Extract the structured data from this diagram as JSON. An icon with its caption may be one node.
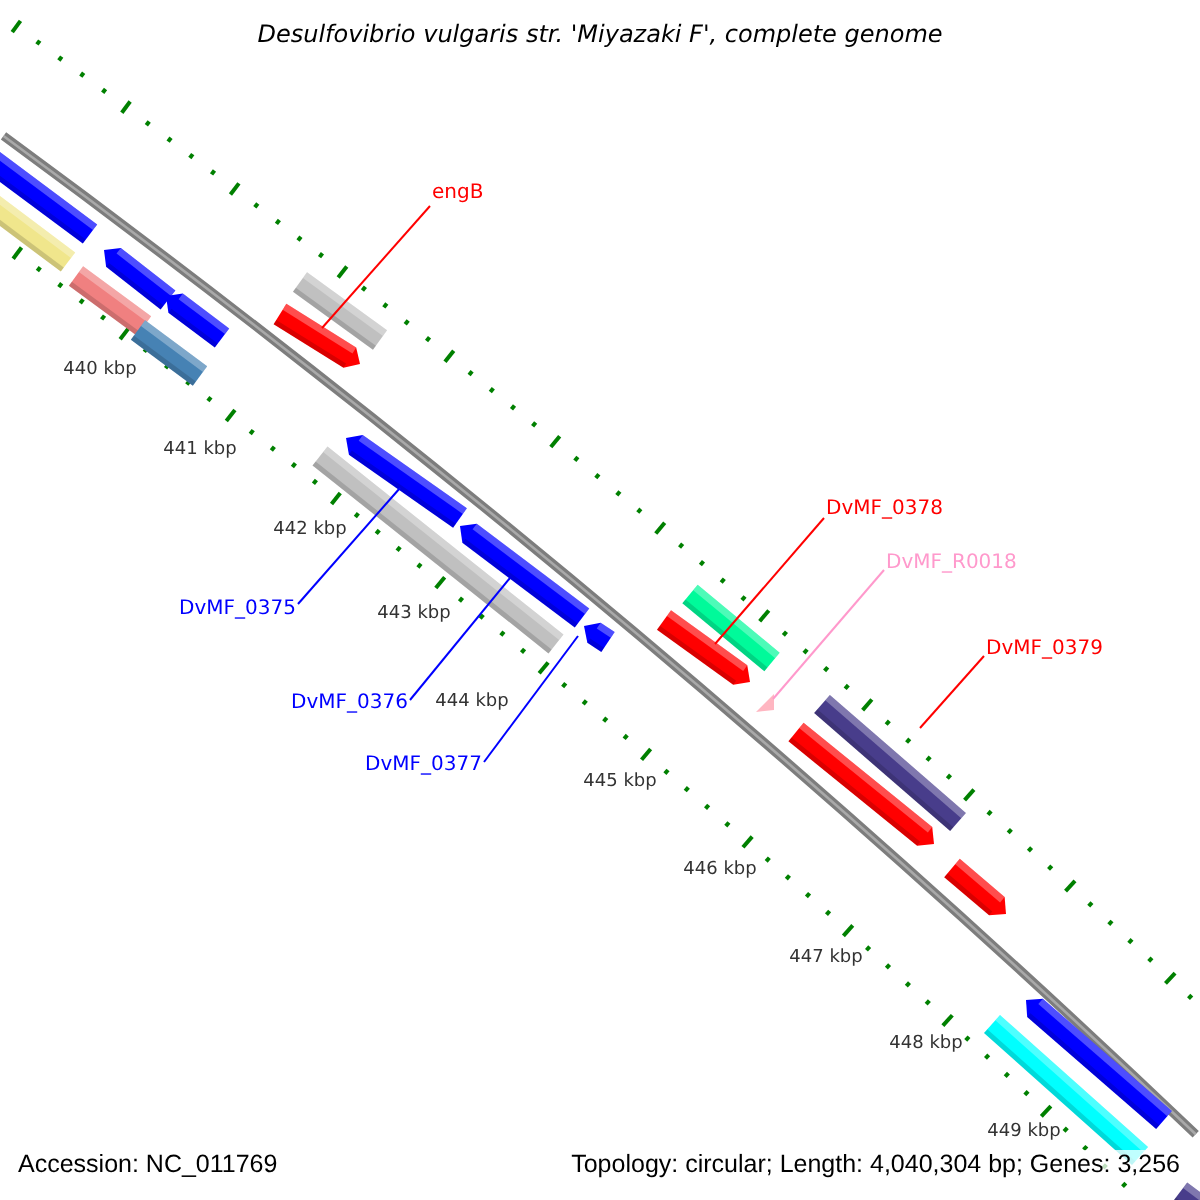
{
  "diagram": {
    "title": "Desulfovibrio vulgaris str. 'Miyazaki F', complete genome",
    "nodes": [
      {
        "text": [
          "engB"
        ]
      },
      {
        "text": [],
        "shape": "bar"
      },
      {
        "text": [
          "DvMF_0375"
        ]
      },
      {
        "text": [],
        "shape": "bar"
      },
      {
        "text": [
          "DvMF_0376"
        ]
      },
      {
        "text": [],
        "shape": "bar"
      },
      {
        "text": [
          "DvMF_0377"
        ]
      },
      {
        "text": [],
        "shape": "bar"
      },
      {
        "text": [
          "DvMF_0378"
        ]
      },
      {
        "text": [],
        "shape": "bar"
      },
      {
        "text": [
          "DvMF_R0018"
        ]
      },
      {
        "text": [],
        "shape": "triangle"
      },
      {
        "text": [
          "DvMF_0379"
        ]
      },
      {
        "text": [],
        "shape": "bar"
      },
      {
        "text": [],
        "shape": "bar"
      },
      {
        "text": [],
        "shape": "bar"
      },
      {
        "text": [],
        "shape": "bar"
      },
      {
        "text": [],
        "shape": "bar"
      },
      {
        "text": [],
        "shape": "bar"
      },
      {
        "text": [],
        "shape": "bar"
      },
      {
        "text": [],
        "shape": "bar"
      },
      {
        "text": [],
        "shape": "bar"
      },
      {
        "text": [],
        "shape": "bar"
      },
      {
        "text": [],
        "shape": "bar"
      },
      {
        "text": [],
        "shape": "bar"
      },
      {
        "text": [],
        "shape": "bar"
      },
      {
        "text": [],
        "shape": "bar"
      },
      {
        "text": [],
        "shape": "bar"
      }
    ],
    "edges": [
      {
        "from": 0,
        "to": 1,
        "arrow": "none",
        "color": "#ff0000"
      },
      {
        "from": 2,
        "to": 3,
        "arrow": "none",
        "color": "#0000ff"
      },
      {
        "from": 4,
        "to": 5,
        "arrow": "none",
        "color": "#0000ff"
      },
      {
        "from": 6,
        "to": 7,
        "arrow": "none",
        "color": "#0000ff"
      },
      {
        "from": 8,
        "to": 9,
        "arrow": "none",
        "color": "#ff0000"
      },
      {
        "from": 10,
        "to": 11,
        "arrow": "none",
        "color": "#ff99cc"
      },
      {
        "from": 12,
        "to": 13,
        "arrow": "none",
        "color": "#ff0000"
      }
    ],
    "labels": [
      "440 kbp",
      "441 kbp",
      "442 kbp",
      "443 kbp",
      "444 kbp",
      "445 kbp",
      "446 kbp",
      "447 kbp",
      "448 kbp",
      "449 kbp",
      "Accession: NC_011769",
      "Topology: circular; Length: 4,040,304 bp; Genes: 3,256"
    ]
  }
}
